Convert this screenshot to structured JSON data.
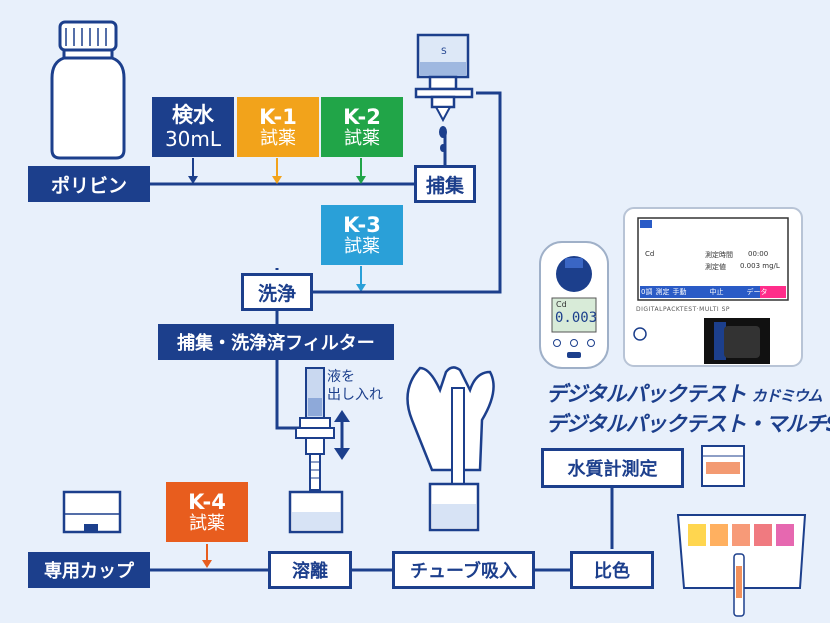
{
  "diagram_title": "",
  "reagents": {
    "sample": {
      "line1": "検水",
      "line2": "30mL",
      "color": "#1c3f8c"
    },
    "k1": {
      "line1": "K-1",
      "line2": "試薬",
      "color": "#f2a31b"
    },
    "k2": {
      "line1": "K-2",
      "line2": "試薬",
      "color": "#21a548"
    },
    "k3": {
      "line1": "K-3",
      "line2": "試薬",
      "color": "#2aa0d8"
    },
    "k4": {
      "line1": "K-4",
      "line2": "試薬",
      "color": "#e85d1e"
    }
  },
  "steps": {
    "polybin": "ポリビン",
    "capture": "捕集",
    "wash": "洗浄",
    "filter": "捕集・洗浄済フィルター",
    "cup": "専用カップ",
    "elution": "溶離",
    "tube_suction": "チューブ吸入",
    "colorimetry": "比色",
    "water_meter": "水質計測定"
  },
  "syringe_note": {
    "line1": "液を",
    "line2": "出し入れ"
  },
  "products": {
    "line1": "デジタルパックテスト",
    "line1_suffix": "カドミウム",
    "line2": "デジタルパックテスト・マルチSP"
  },
  "meter_small": {
    "label": "Cd",
    "value": "0.003"
  },
  "meter_large": {
    "element": "Cd",
    "time_label": "測定時間",
    "time_value": "00:00",
    "result_label": "測定値",
    "result_value": "0.003 mg/L",
    "buttons": [
      "0調",
      "測定",
      "手動",
      "中止",
      "データ"
    ],
    "brand": "DIGITALPACKTEST·MULTI SP"
  },
  "colors": {
    "navy": "#1c3f8c",
    "line": "#1c3f8c",
    "background": "#e8f0fb"
  }
}
